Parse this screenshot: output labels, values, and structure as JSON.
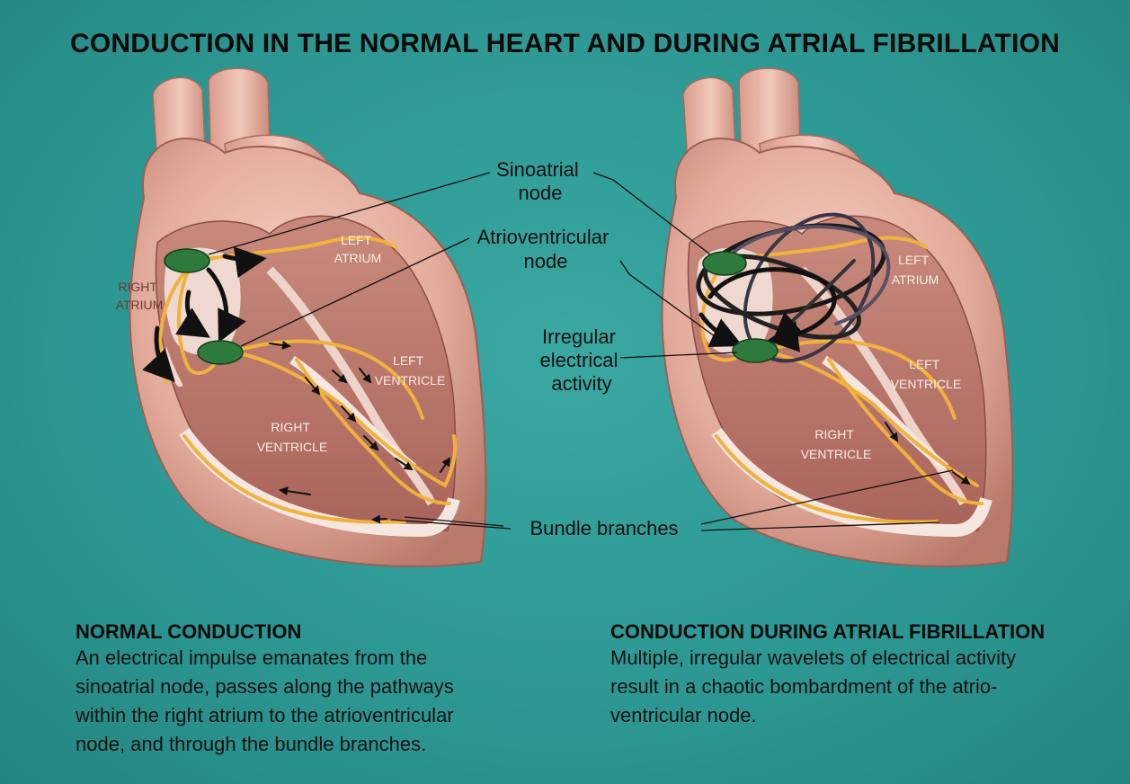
{
  "title": "CONDUCTION IN THE NORMAL HEART AND DURING ATRIAL FIBRILLATION",
  "callouts": {
    "sinoatrial": [
      "Sinoatrial",
      "node"
    ],
    "atrioventricular": [
      "Atrioventricular",
      "node"
    ],
    "irregular": [
      "Irregular",
      "electrical",
      "activity"
    ],
    "bundle": "Bundle branches"
  },
  "left_heart": {
    "right_atrium": [
      "RIGHT",
      "ATRIUM"
    ],
    "left_atrium": [
      "LEFT",
      "ATRIUM"
    ],
    "left_ventricle": [
      "LEFT",
      "VENTRICLE"
    ],
    "right_ventricle": [
      "RIGHT",
      "VENTRICLE"
    ]
  },
  "right_heart": {
    "left_atrium": [
      "LEFT",
      "ATRIUM"
    ],
    "left_ventricle": [
      "LEFT",
      "VENTRICLE"
    ],
    "right_ventricle": [
      "RIGHT",
      "VENTRICLE"
    ]
  },
  "normal": {
    "heading": "NORMAL CONDUCTION",
    "lines": [
      "An electrical impulse emanates from the",
      "sinoatrial node, passes along the pathways",
      "within the right atrium to the atrioventricular",
      "node, and through the bundle branches."
    ]
  },
  "fibrillation": {
    "heading": "CONDUCTION DURING ATRIAL FIBRILLATION",
    "lines": [
      "Multiple, irregular wavelets of electrical activity",
      "result in a chaotic bombardment of the atrio-",
      "ventricular node."
    ]
  },
  "colors": {
    "background": "#2f9a96",
    "heart_outer": "#e8b7a8",
    "heart_inner": "#b97265",
    "pathway": "#f0b23c",
    "node": "#2e7a3c"
  }
}
